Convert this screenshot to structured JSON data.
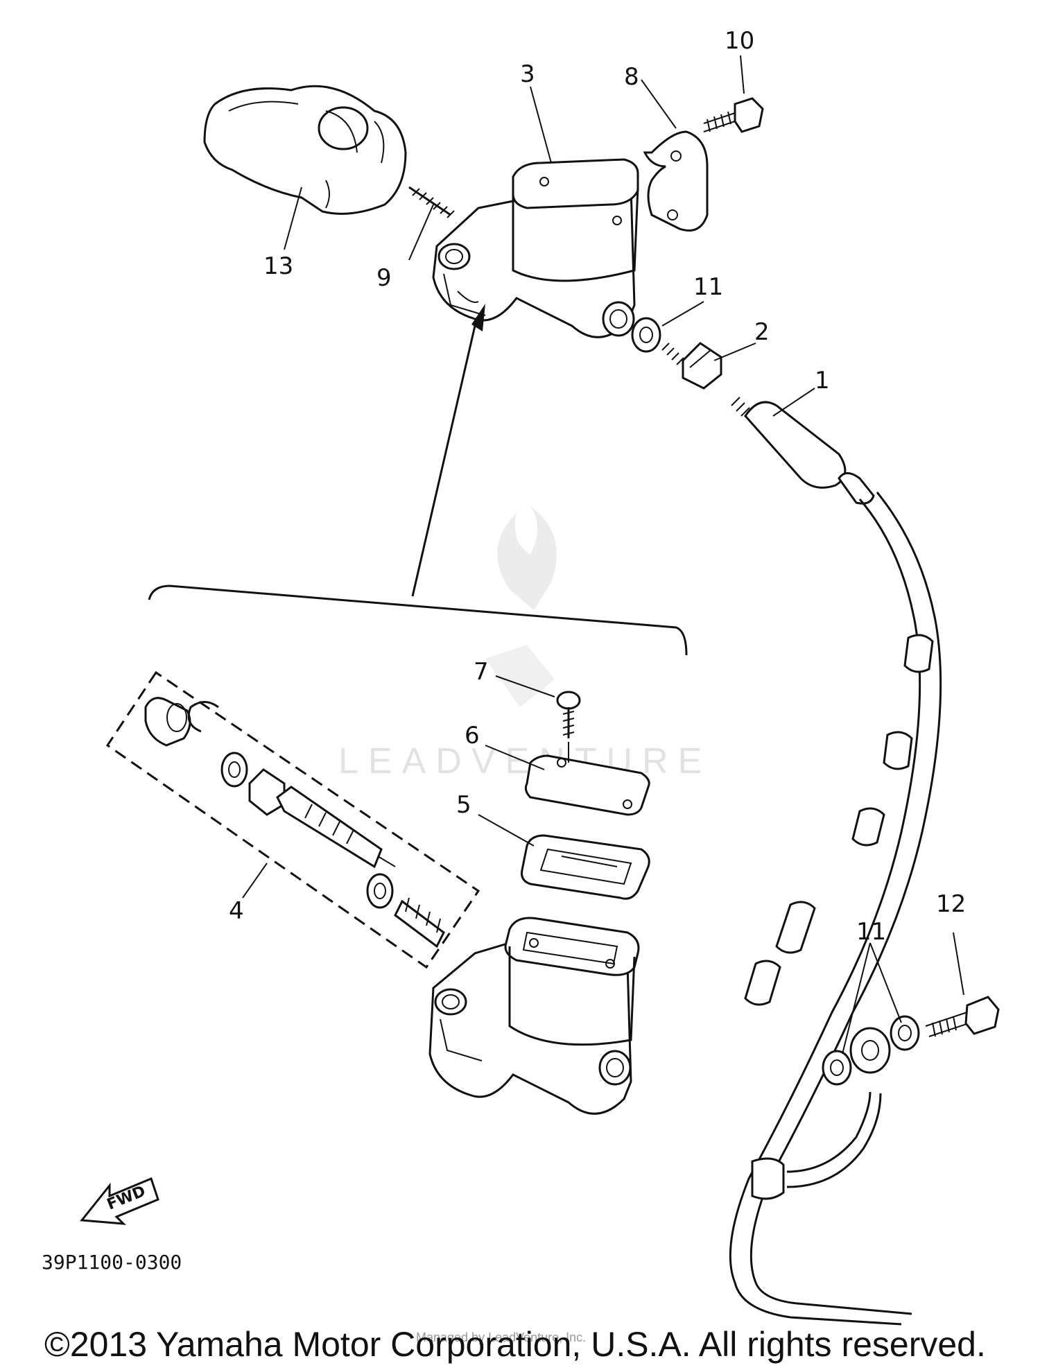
{
  "callouts": {
    "c1": "1",
    "c2": "2",
    "c3": "3",
    "c4": "4",
    "c5": "5",
    "c6": "6",
    "c7": "7",
    "c8": "8",
    "c9": "9",
    "c10": "10",
    "c11a": "11",
    "c11b": "11",
    "c12": "12",
    "c13": "13"
  },
  "fwd_label": "FWD",
  "diagram_code": "39P1100-0300",
  "watermark": "LEADVENTURE",
  "copyright": "©2013 Yamaha Motor Corporation, U.S.A. All rights reserved.",
  "overlay_note": "Managed by LeadVenture, Inc."
}
